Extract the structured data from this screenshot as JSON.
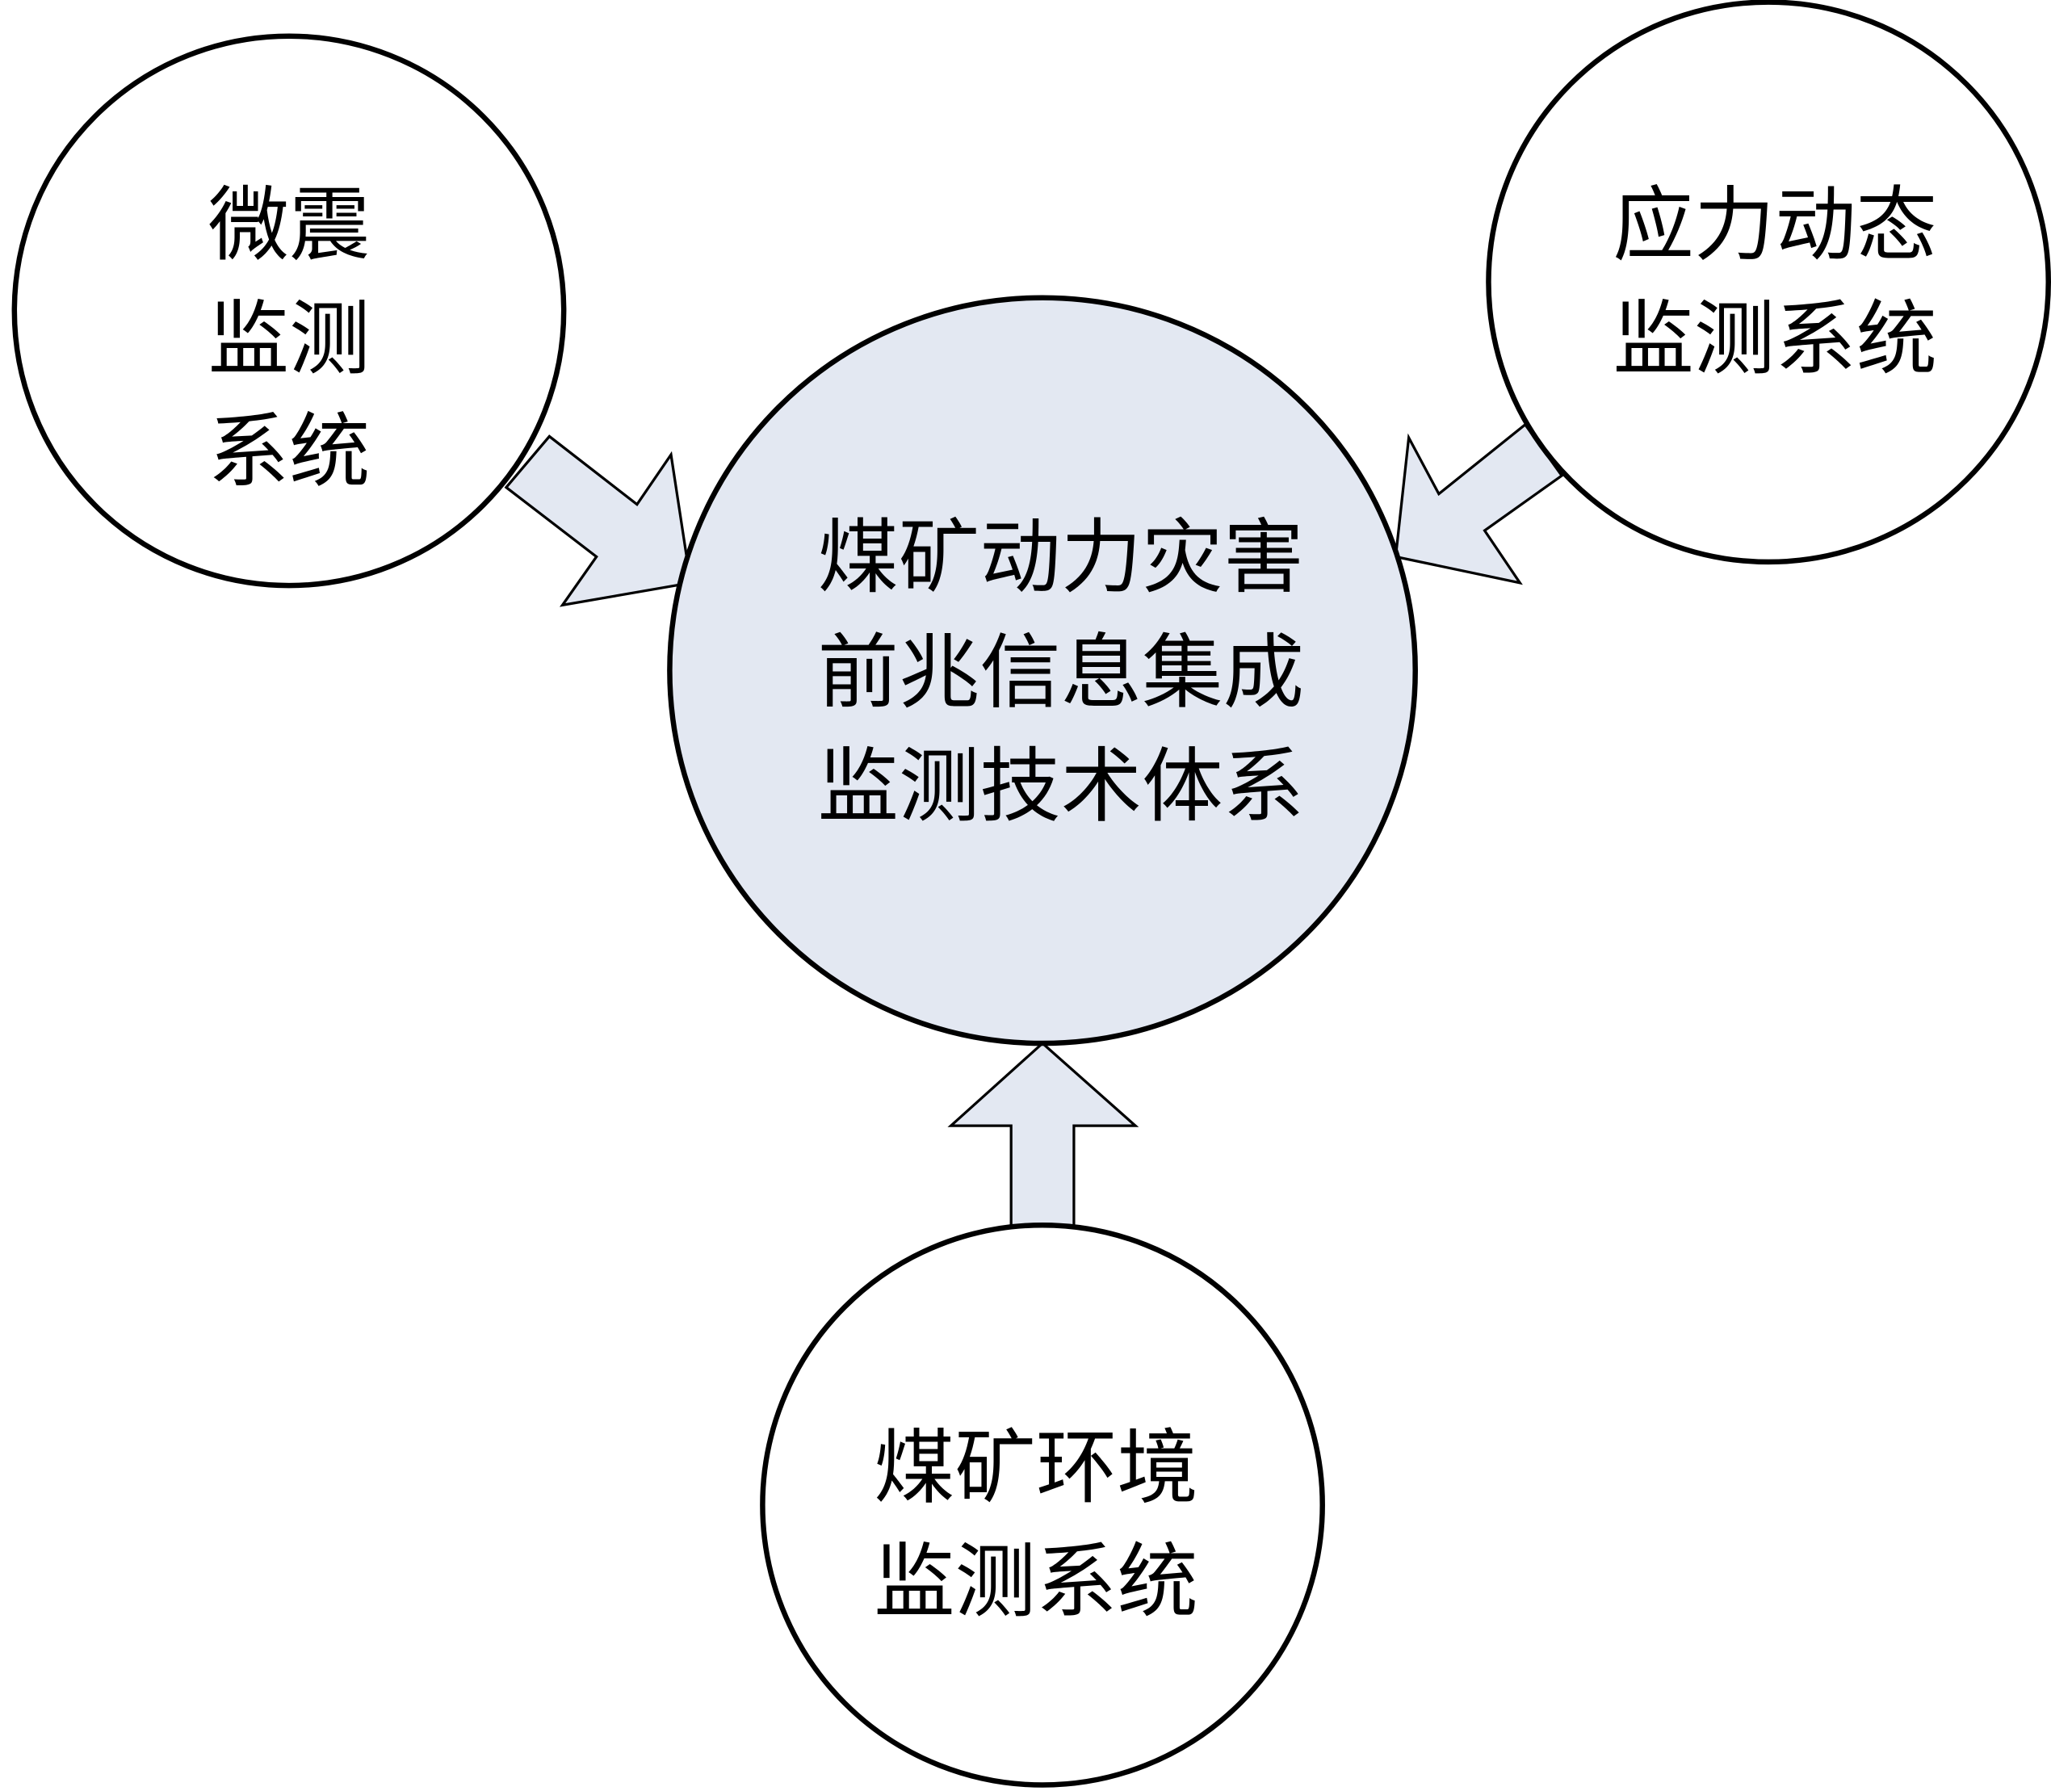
{
  "colors": {
    "center_fill": "#e3e8f2",
    "outer_fill": "#ffffff",
    "arrow_fill": "#e3e8f2",
    "stroke": "#000000"
  },
  "center": {
    "lines": [
      "煤矿动力灾害",
      "前兆信息集成",
      "监测技术体系"
    ]
  },
  "microseismic": {
    "lines": [
      "微震",
      "监测",
      "系统"
    ]
  },
  "stress": {
    "lines": [
      "应力动态",
      "监测系统"
    ]
  },
  "environment": {
    "lines": [
      "煤矿环境",
      "监测系统"
    ]
  }
}
